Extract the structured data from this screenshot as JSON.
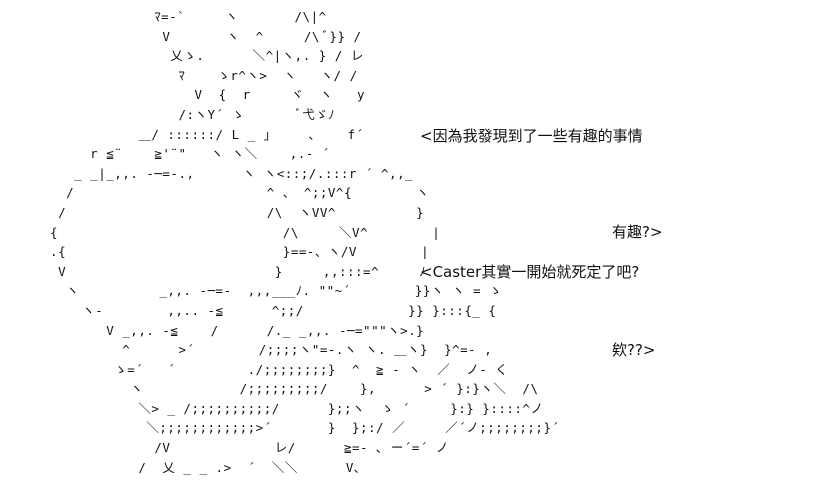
{
  "ascii_art": {
    "lines": [
      "               ﾏ=-`     ヽ       /\\|^",
      "                V       ヽ  ^     /\\ ﾞ}} /",
      "                 乂ゝ.      ＼^|ヽ,. } / レ",
      "                  ﾏ    ゝr^ヽ>  ヽ   ヽ/ /",
      "                    V  {  r     ヾ  ヽ   y",
      "                  /:ヽY´ ゝ       ﾞ弋ゞﾉ",
      "             ＿/ ::::::/ L _ 」    ､    f´",
      "       r ≦¨    ≧'¨\"   ヽ ヽ＼    ,.- ´",
      "     _ _|_,,. -─=-.,      ヽ ヽ<::;/.:::r ´ ^,,_",
      "    /                        ^ 、 ^;;V^{        ヽ",
      "   /                         /\\  ヽVV^          }",
      "  {                            /\\     ＼V^        |",
      "  .{                           }==-、ヽ/V        |",
      "   V                          }     ,,:::=^     ﾉ",
      "    ヽ          _,,. -─=-  ,,,___ﾉ. \"\"~´        }}ヽ ヽ = ゝ",
      "      ヽ-        ,,.. -≦      ^;;/             }} }:::{_ {",
      "         V _,,. -≦    /      /._ _,,. -─=\"\"\"ヽ>.}",
      "           ^      >´        /;;;;ヽ\"=-.ヽ ヽ. ＿ヽ}  }^=- ,",
      "          ゝ=´   ´         ./;;;;;;;;}  ^  ≧ - ヽ  ／  ノ- く",
      "            ヽ            /;;;;;;;;;/    },      > ´ }:}ヽ＼  /\\",
      "             ＼> _ /;;;;;;;;;;/      };;ヽ  ゝ ´     }:} }::::^ノ",
      "              ＼;;;;;;;;;;;;>´       }  };:/ ／     ／´ノ;;;;;;;;}´",
      "               /V             レ/      ≧=- ､ ー´=´ ノ",
      "             /  乂 _ _ .>  ´  ＼＼      V､"
    ]
  },
  "dialogue": {
    "line1": "<因為我發現到了一些有趣的事情",
    "line2": "有趣?>",
    "line3": "<Caster其實一開始就死定了吧?",
    "line4": "欸??>"
  }
}
